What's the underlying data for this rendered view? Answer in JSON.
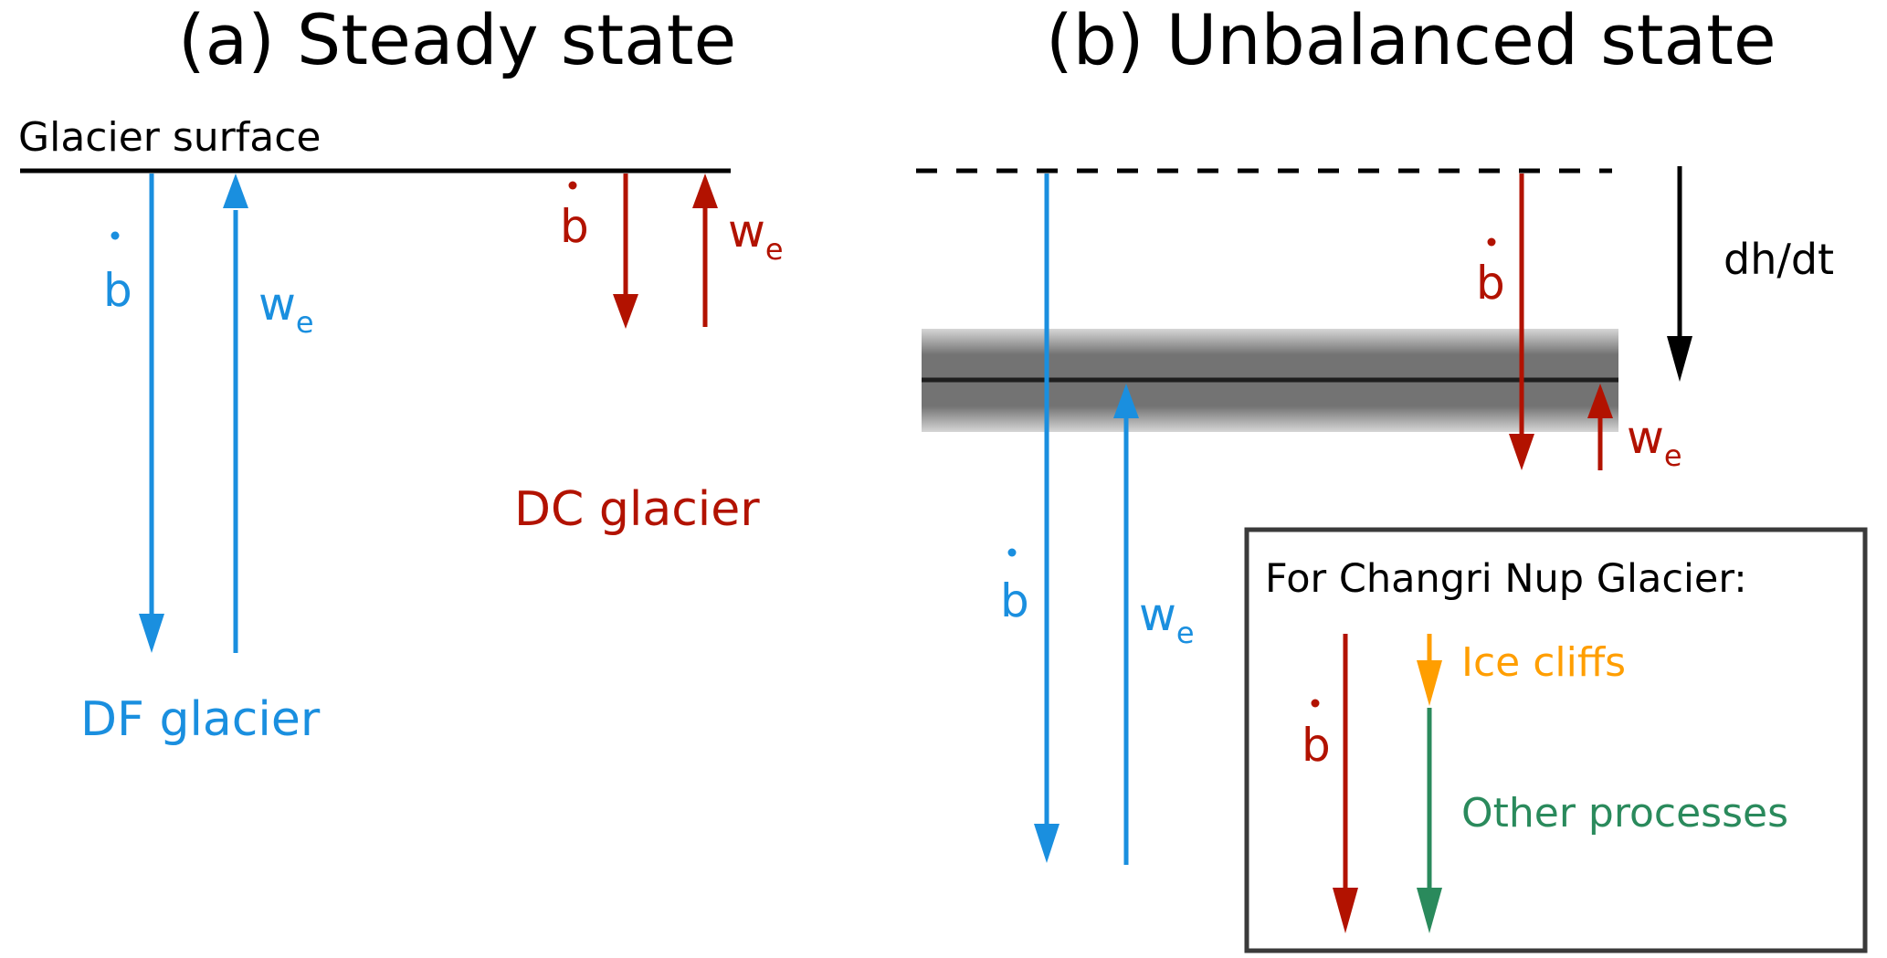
{
  "colors": {
    "df": "#1a8fdf",
    "dc": "#b21200",
    "black": "#000000",
    "ice_cliffs": "#ff9e00",
    "other": "#2a8a5c",
    "band": "#737373",
    "legend_border": "#3a3a3a"
  },
  "panel_a": {
    "title": "(a) Steady state",
    "surface_label": "Glacier surface",
    "df": {
      "b_symbol": "b",
      "we_symbol": "w",
      "we_subscript": "e",
      "name": "DF glacier"
    },
    "dc": {
      "b_symbol": "b",
      "we_symbol": "w",
      "we_subscript": "e",
      "name": "DC glacier"
    }
  },
  "panel_b": {
    "title": "(b) Unbalanced state",
    "dh_dt_label": "dh/dt",
    "df": {
      "b_symbol": "b",
      "we_symbol": "w",
      "we_subscript": "e"
    },
    "dc": {
      "b_symbol": "b",
      "we_symbol": "w",
      "we_subscript": "e"
    },
    "legend": {
      "title": "For Changri Nup Glacier:",
      "b_symbol": "b",
      "ice_cliffs": "Ice cliffs",
      "other_processes": "Other processes"
    }
  }
}
